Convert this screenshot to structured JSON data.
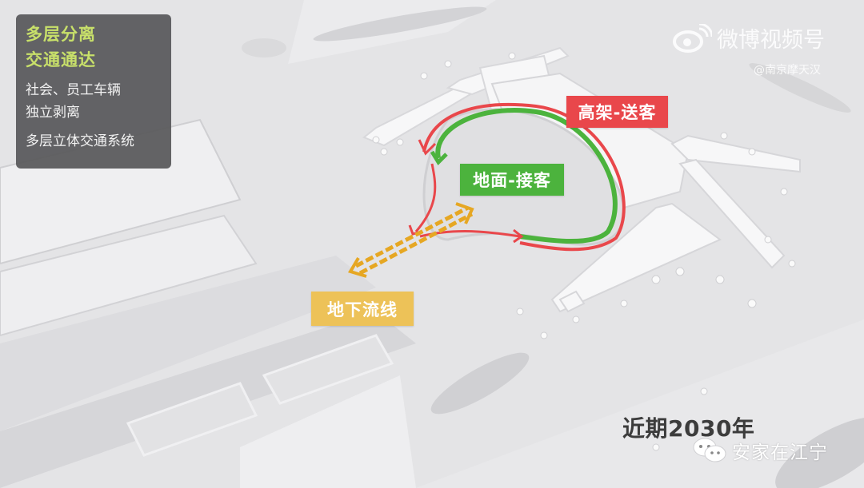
{
  "info_panel": {
    "title_line1": "多层分离",
    "title_line2": "交通通达",
    "desc_line1": "社会、员工车辆",
    "desc_line2": "独立剥离",
    "desc_line3": "多层立体交通系统",
    "title_color": "#c8e06a"
  },
  "route_labels": {
    "elevated_dropoff": "高架-送客",
    "ground_pickup": "地面-接客",
    "underground_flow": "地下流线"
  },
  "colors": {
    "elevated": "#e9474b",
    "ground": "#4cb33d",
    "underground": "#edc258",
    "underground_line": "#e6a723"
  },
  "watermark": {
    "platform": "微博视频号",
    "handle": "@南京摩天汉"
  },
  "timeline": {
    "label": "近期2030年"
  },
  "wechat": {
    "account": "安家在江宁"
  }
}
